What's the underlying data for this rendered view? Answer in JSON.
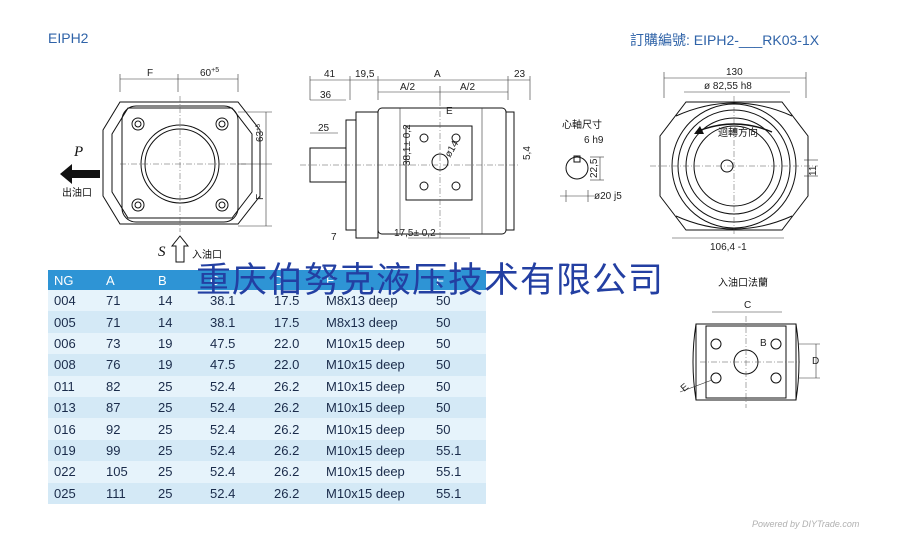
{
  "header": {
    "model": "EIPH2",
    "order_code": "訂購編號: EIPH2-___RK03-1X"
  },
  "drawing_labels": {
    "front_F": "F",
    "front_60": "60",
    "front_60_sup": "+5",
    "front_63": "63",
    "front_63_sup": "+5",
    "front_F_right": "F",
    "pressure_P": "P",
    "outlet": "出油口",
    "suction_S": "S",
    "inlet": "入油口",
    "side_41": "41",
    "side_19_5": "19,5",
    "side_A": "A",
    "side_23": "23",
    "side_A2_left": "A/2",
    "side_A2_right": "A/2",
    "side_36": "36",
    "side_25": "25",
    "side_E": "E",
    "side_38_1": "38,1± 0,2",
    "side_phi14": "ø14",
    "side_5_4": "5,4",
    "side_7": "7",
    "side_17_5": "17,5± 0,2",
    "shaft_title": "心軸尺寸",
    "shaft_6": "6 h9",
    "shaft_22_5": "22,5",
    "shaft_phi20": "ø20 j5",
    "rear_130": "130",
    "rear_phi82": "ø 82,55 h8",
    "rear_rotation": "迴轉方向",
    "rear_11": "11",
    "rear_106": "106,4 -1",
    "flange_title": "入油口法蘭",
    "flange_C": "C",
    "flange_B": "B",
    "flange_D": "D",
    "flange_E": "E"
  },
  "table": {
    "headers": [
      "NG",
      "A",
      "B",
      "C",
      "D",
      "E",
      "F"
    ],
    "rows": [
      [
        "004",
        "71",
        "14",
        "38.1",
        "17.5",
        "M8x13 deep",
        "50"
      ],
      [
        "005",
        "71",
        "14",
        "38.1",
        "17.5",
        "M8x13 deep",
        "50"
      ],
      [
        "006",
        "73",
        "19",
        "47.5",
        "22.0",
        "M10x15 deep",
        "50"
      ],
      [
        "008",
        "76",
        "19",
        "47.5",
        "22.0",
        "M10x15 deep",
        "50"
      ],
      [
        "011",
        "82",
        "25",
        "52.4",
        "26.2",
        "M10x15 deep",
        "50"
      ],
      [
        "013",
        "87",
        "25",
        "52.4",
        "26.2",
        "M10x15 deep",
        "50"
      ],
      [
        "016",
        "92",
        "25",
        "52.4",
        "26.2",
        "M10x15 deep",
        "50"
      ],
      [
        "019",
        "99",
        "25",
        "52.4",
        "26.2",
        "M10x15 deep",
        "55.1"
      ],
      [
        "022",
        "105",
        "25",
        "52.4",
        "26.2",
        "M10x15 deep",
        "55.1"
      ],
      [
        "025",
        "111",
        "25",
        "52.4",
        "26.2",
        "M10x15 deep",
        "55.1"
      ]
    ]
  },
  "watermark": "重庆伯努克液压技术有限公司",
  "footer": "Powered by DIYTrade.com"
}
